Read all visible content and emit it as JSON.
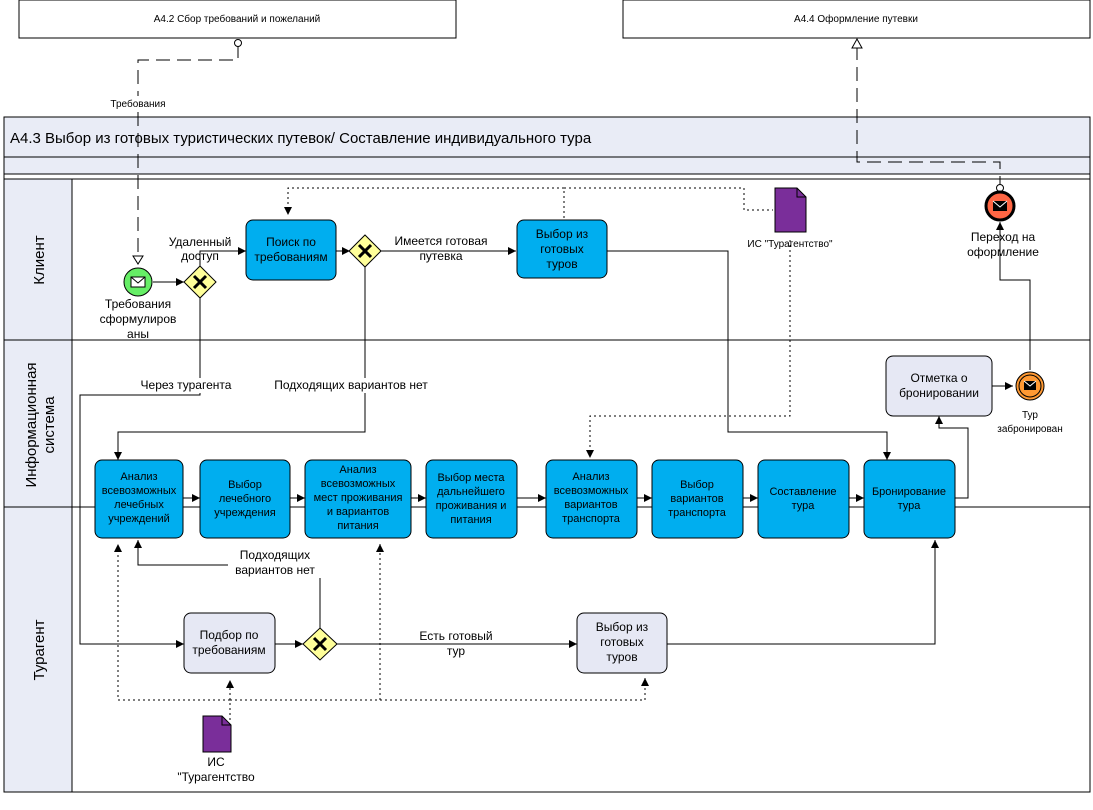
{
  "ext_boxes": {
    "a42": "А4.2 Сбор требований и пожеланий",
    "a44": "А4.4 Оформление путевки"
  },
  "pool_title": "А4.3 Выбор из готовых туристических путевок/ Составление индивидуального тура",
  "lanes": {
    "client": "Клиент",
    "is": [
      "Информационная",
      "система"
    ],
    "agent": "Турагент"
  },
  "client": {
    "start_event": [
      "Требования",
      "сформулиров",
      "аны"
    ],
    "gw1_label": [
      "Удаленный",
      "доступ"
    ],
    "task_search": [
      "Поиск по",
      "требованиям"
    ],
    "flow_ready": [
      "Имеется готовая",
      "путевка"
    ],
    "task_choose": [
      "Выбор из",
      "готовых",
      "туров"
    ],
    "doc_is": "ИС \"Турагентство\"",
    "end_event": [
      "Переход на",
      "оформление"
    ]
  },
  "flows": {
    "requirements": "Требования",
    "via_agent": "Через турагента",
    "no_variants": "Подходящих вариантов нет",
    "agent_no_variants": [
      "Подходящих",
      "вариантов нет"
    ],
    "agent_ready": [
      "Есть готовый",
      "тур"
    ]
  },
  "is_lane": {
    "task_mark": [
      "Отметка о",
      "бронировании"
    ],
    "msg_event": [
      "Тур",
      "забронирован"
    ],
    "tasks": [
      [
        "Анализ",
        "всевозможных",
        "лечебных",
        "учреждений"
      ],
      [
        "Выбор",
        "лечебного",
        "учреждения"
      ],
      [
        "Анализ",
        "всевозможных",
        "мест проживания",
        "и вариантов",
        "питания"
      ],
      [
        "Выбор места",
        "дальнейшего",
        "проживания и",
        "питания"
      ],
      [
        "Анализ",
        "всевозможных",
        "вариантов",
        "транспорта"
      ],
      [
        "Выбор",
        "вариантов",
        "транспорта"
      ],
      [
        "Составление",
        "тура"
      ],
      [
        "Бронирование",
        "тура"
      ]
    ]
  },
  "agent_lane": {
    "task_select": [
      "Подбор по",
      "требованиям"
    ],
    "task_choose": [
      "Выбор из",
      "готовых",
      "туров"
    ],
    "doc_is": [
      "ИС",
      "\"Турагентство"
    ]
  },
  "colors": {
    "task_blue": "#00aeef",
    "task_gray": "#e6e8f4",
    "lane_header": "#e9ecf6",
    "gateway": "#ffff99",
    "start_green": "#66ee66",
    "end_red": "#ff6644",
    "msg_orange": "#ff9933",
    "doc_purple": "#7a2e9a"
  }
}
